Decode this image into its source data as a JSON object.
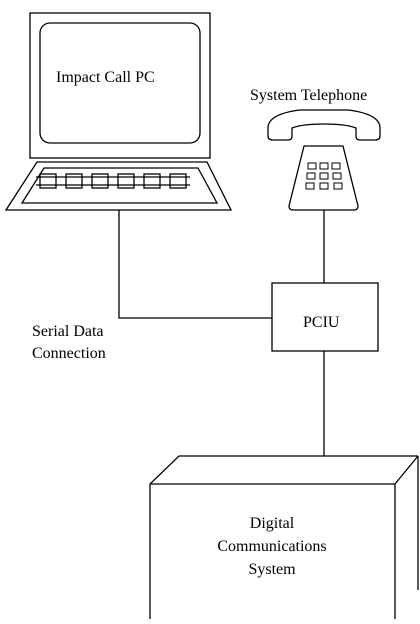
{
  "diagram": {
    "pc_label": "Impact Call PC",
    "telephone_label": "System Telephone",
    "pciu_label": "PCIU",
    "serial_label_line1": "Serial Data",
    "serial_label_line2": "Connection",
    "dcs_label_line1": "Digital",
    "dcs_label_line2": "Communications",
    "dcs_label_line3": "System"
  },
  "colors": {
    "line": "#000000",
    "background": "#ffffff",
    "phone_fill": "#ffffff"
  }
}
